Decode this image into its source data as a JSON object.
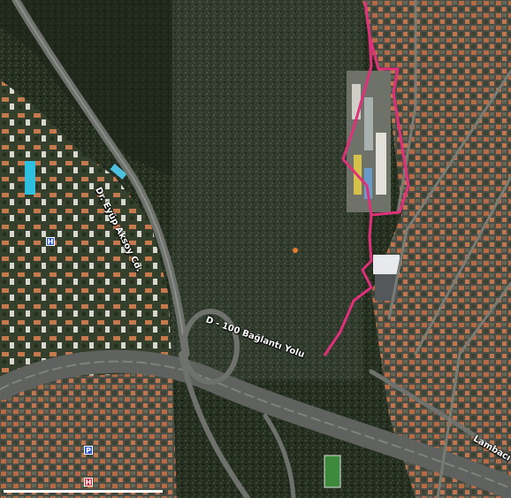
{
  "map": {
    "roads": {
      "dr_eyup_aksoy": "Dr. Eyüp Aksoy Cd.",
      "d100_baglanti": "D - 100 Bağlantı Yolu",
      "lambaci": "Lambacı Sk"
    },
    "poi_icons": {
      "hospital_blue": "H",
      "hospital_red": "H",
      "parking": "P"
    },
    "colors": {
      "boundary": "#e0307a",
      "forest": "#2b3526",
      "forest_dark": "#1b2016",
      "road": "#6b6e6a",
      "roof": "#b5623c",
      "poi_blue": "#3057c9",
      "poi_red": "#c9303f",
      "highlight": "#ffffff"
    }
  }
}
